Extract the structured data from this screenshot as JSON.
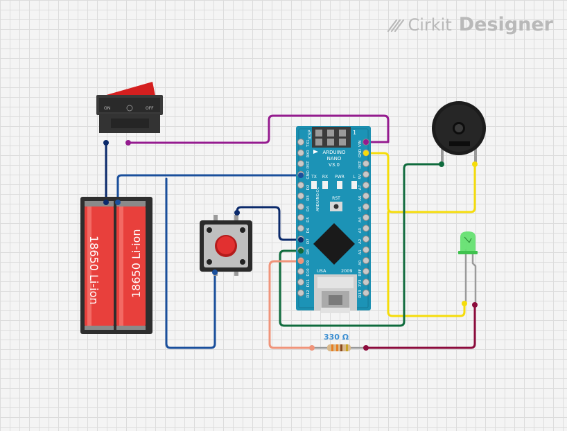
{
  "brand": {
    "name": "Cirkit",
    "product": "Designer",
    "logo_icon": "circuit-logo-icon"
  },
  "switch": {
    "on_label": "ON",
    "off_label": "OFF"
  },
  "battery": {
    "cell_label": "18650 Li-ion"
  },
  "arduino": {
    "name_line1": "ARDUINO",
    "name_line2": "NANO",
    "version": "V3.0",
    "icsp": "ICSP",
    "pin1": "1",
    "leds": [
      "TX",
      "RX",
      "PWR",
      "L"
    ],
    "rst": "RST",
    "usa": "USA",
    "year": "2009",
    "brand_vertical": "ARDUINO.CC",
    "left_pins": [
      "TX1",
      "RX0",
      "RST",
      "GND",
      "D2",
      "D3",
      "D4",
      "D5",
      "D6",
      "D7",
      "D8",
      "D9",
      "D10",
      "D11",
      "D12"
    ],
    "right_pins": [
      "VIN",
      "GND",
      "RST",
      "5V",
      "A7",
      "A6",
      "A5",
      "A4",
      "A3",
      "A2",
      "A1",
      "A0",
      "REF",
      "3V3",
      "D13"
    ]
  },
  "resistor": {
    "value_label": "330 Ω"
  },
  "colors": {
    "wire_navy": "#0b2a6b",
    "wire_blue": "#1a4f9c",
    "wire_purple": "#951b8f",
    "wire_yellow": "#f5dc0a",
    "wire_green": "#0f6b3d",
    "wire_salmon": "#f0947a",
    "wire_maroon": "#8c0c3d",
    "arduino_board": "#1b8fb0",
    "battery_red": "#e8403c",
    "led_green": "#5ee06a"
  }
}
